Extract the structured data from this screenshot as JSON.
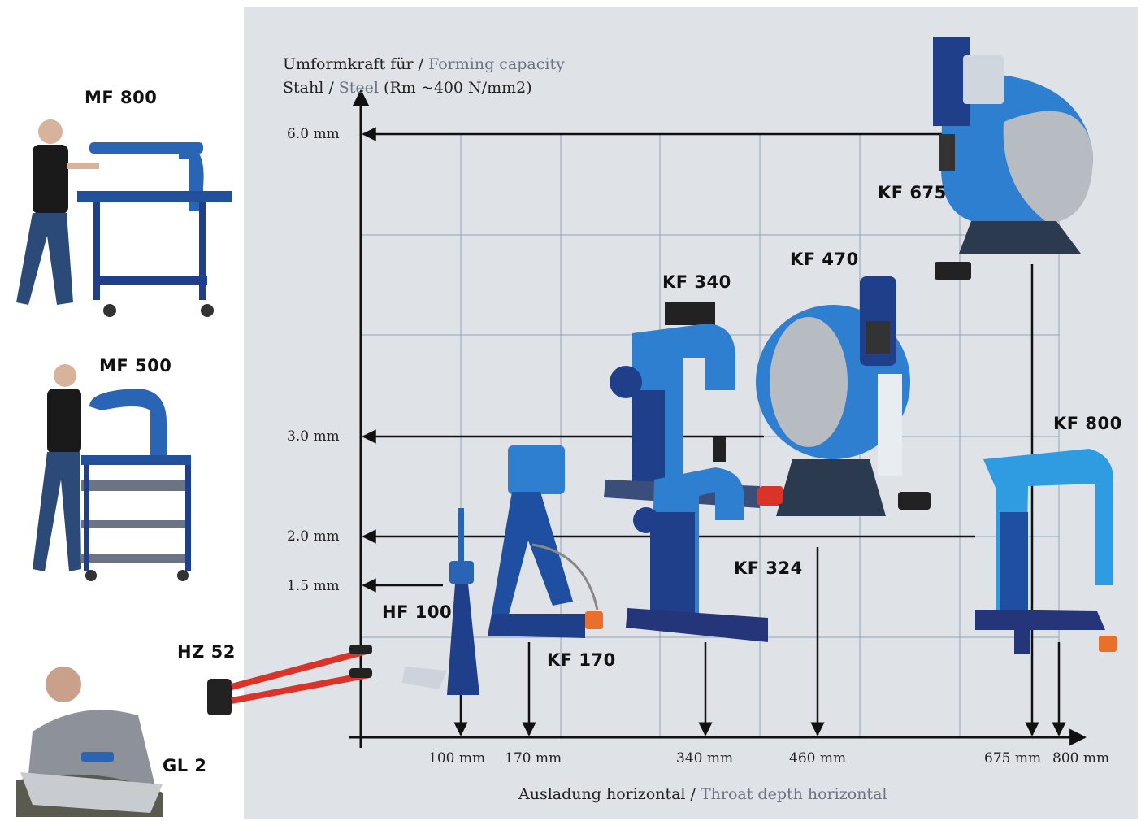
{
  "chart_data": {
    "type": "scatter",
    "ylabel_de": "Umformkraft für /",
    "ylabel_en": "Forming capacity",
    "ylabel2_de": "Stahl /",
    "ylabel2_en": "Steel",
    "ylabel2_rest": "(Rm ~400 N/mm2)",
    "xlabel_de": "Ausladung horizontal /",
    "xlabel_en": "Throat depth horizontal",
    "y_ticks": [
      "6.0 mm",
      "3.0 mm",
      "2.0 mm",
      "1.5 mm"
    ],
    "x_ticks": [
      "100 mm",
      "170 mm",
      "340 mm",
      "460 mm",
      "675 mm",
      "800 mm"
    ],
    "grid": true,
    "points": [
      {
        "label": "HF 100",
        "x": 100,
        "y": 1.5
      },
      {
        "label": "KF 170",
        "x": 170,
        "y": 2.0
      },
      {
        "label": "KF 324",
        "x": 340,
        "y": 2.0
      },
      {
        "label": "KF 340",
        "x": 340,
        "y": 3.0
      },
      {
        "label": "KF 470",
        "x": 460,
        "y": 3.0
      },
      {
        "label": "KF 675",
        "x": 675,
        "y": 6.0
      },
      {
        "label": "KF 800",
        "x": 800,
        "y": 2.0
      }
    ],
    "machine_labels": [
      "MF 800",
      "MF 500",
      "HZ 52",
      "GL 2",
      "HF 100",
      "KF 170",
      "KF 324",
      "KF 340",
      "KF 470",
      "KF 675",
      "KF 800"
    ],
    "colors": {
      "panel": "#dfe3e8",
      "grid": "#7d93a8",
      "machine_blue": "#2f7fd0",
      "dark_blue": "#1f3f8a",
      "orange": "#e8702a",
      "red": "#d9332a"
    }
  }
}
